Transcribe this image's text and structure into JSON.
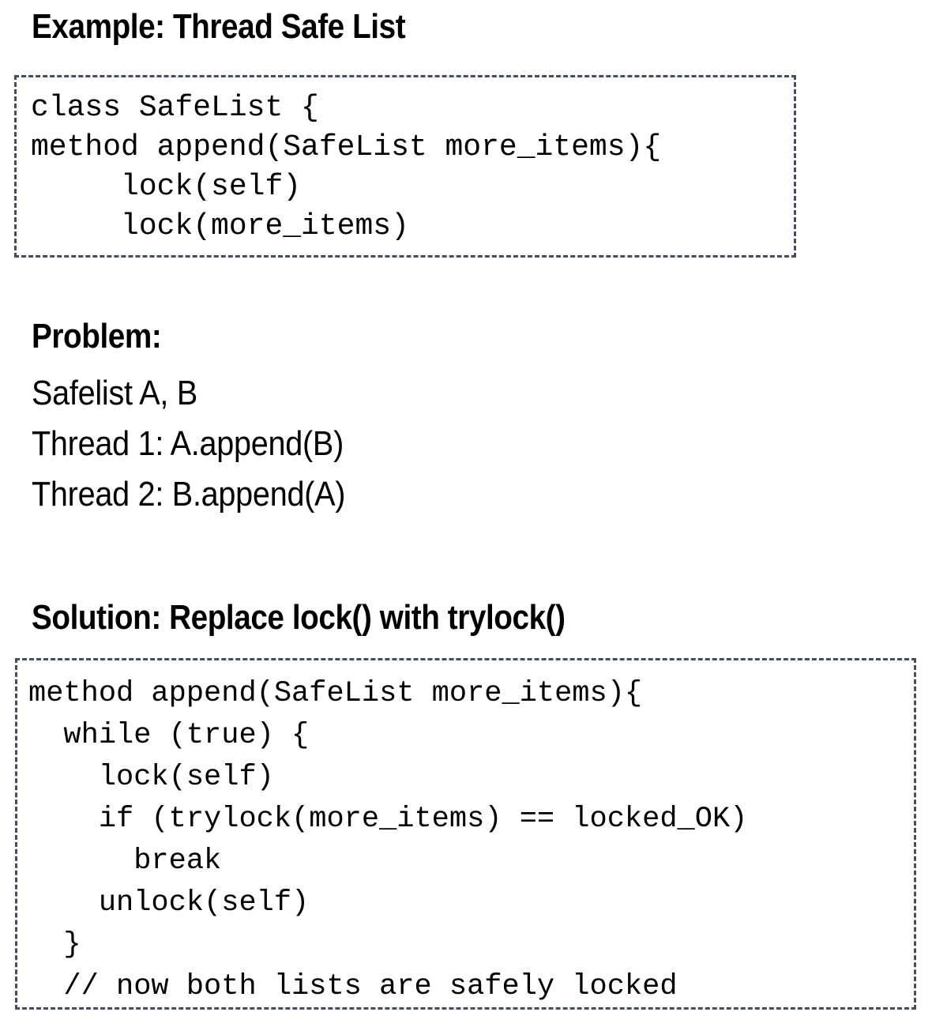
{
  "slide": {
    "background_color": "#ffffff",
    "text_color": "#000000",
    "code_border_color": "#434e62"
  },
  "sections": {
    "example": {
      "heading": "Example: Thread Safe List",
      "code_lines": [
        "class SafeList {",
        "method append(SafeList more_items){",
        "     lock(self)",
        "     lock(more_items)"
      ]
    },
    "problem": {
      "heading": "Problem:",
      "lines": [
        "Safelist A, B",
        "Thread 1: A.append(B)",
        "Thread 2: B.append(A)"
      ]
    },
    "solution": {
      "heading": "Solution: Replace lock() with trylock()",
      "code_lines": [
        "method append(SafeList more_items){",
        "  while (true) {",
        "    lock(self)",
        "    if (trylock(more_items) == locked_OK)",
        "      break",
        "    unlock(self)",
        "  }",
        "  // now both lists are safely locked"
      ]
    }
  }
}
